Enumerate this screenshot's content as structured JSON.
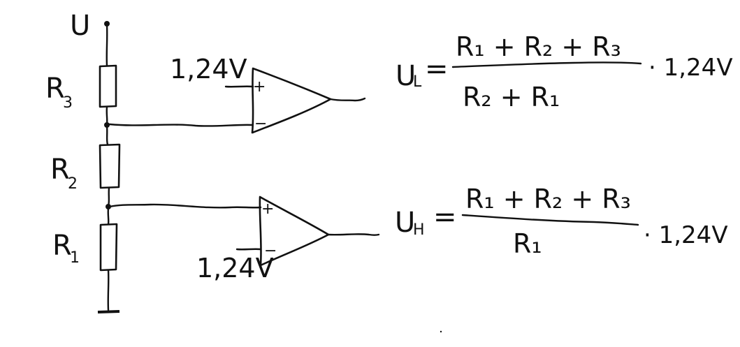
{
  "diagram": {
    "supply": {
      "label": "U"
    },
    "resistors": [
      {
        "name": "R",
        "index": "3"
      },
      {
        "name": "R",
        "index": "2"
      },
      {
        "name": "R",
        "index": "1"
      }
    ],
    "comparators": [
      {
        "reference_voltage": "1,24V",
        "plus": "+",
        "minus": "−"
      },
      {
        "reference_voltage": "1,24V",
        "plus": "+",
        "minus": "−"
      }
    ],
    "formulas": {
      "upper": {
        "lhs": "U",
        "lhs_sub": "L",
        "equals": "=",
        "numerator": "R₁ + R₂ + R₃",
        "denominator": "R₂ + R₁",
        "multiplier": "· 1,24V"
      },
      "lower": {
        "lhs": "U",
        "lhs_sub": "H",
        "equals": "=",
        "numerator": "R₁ + R₂ + R₃",
        "denominator": "R₁",
        "multiplier": "· 1,24V"
      }
    }
  }
}
